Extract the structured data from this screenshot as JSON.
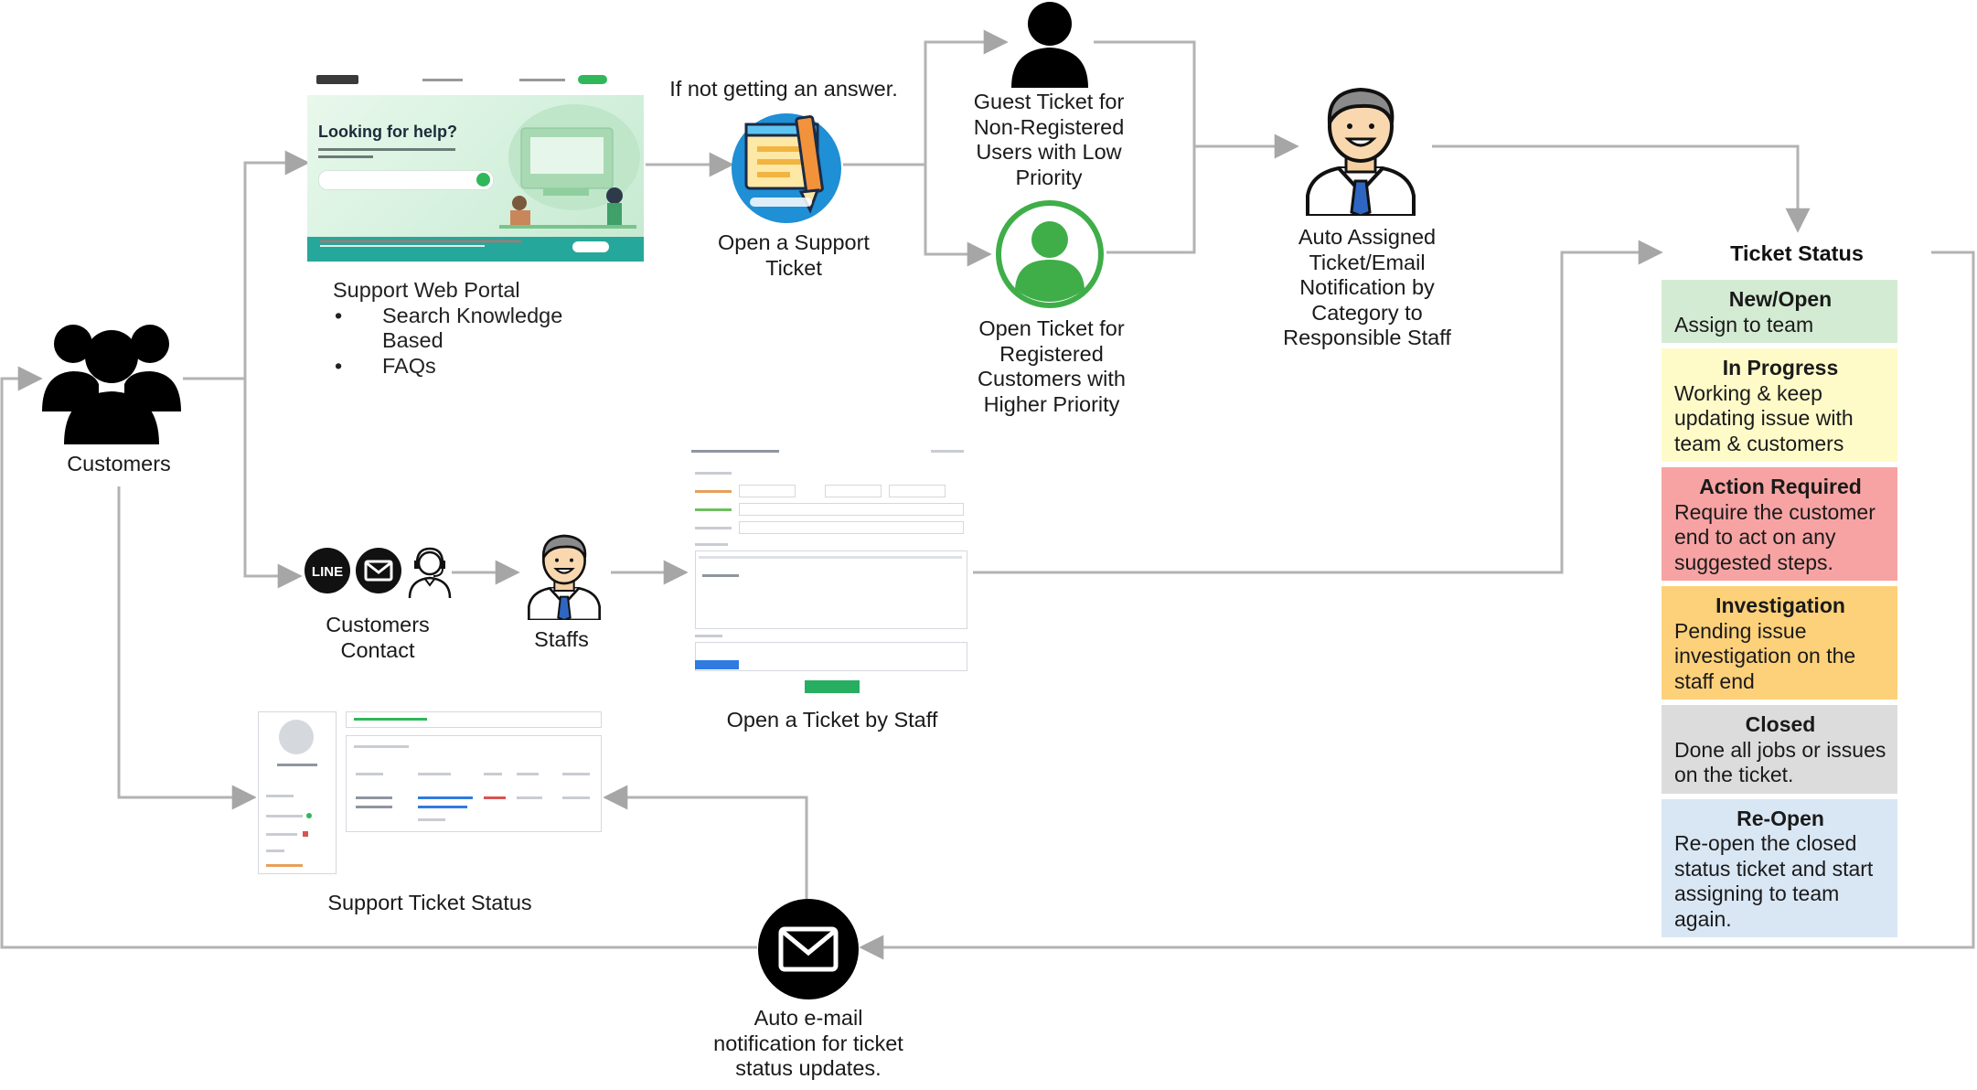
{
  "customers": {
    "label": "Customers"
  },
  "web_portal": {
    "caption": "Support Web Portal",
    "bullets": [
      "Search Knowledge Based",
      "FAQs"
    ],
    "screenshot": {
      "hero_title": "Looking for help?"
    }
  },
  "if_not_answer": "If not getting an answer.",
  "open_support_ticket": {
    "lines": [
      "Open a Support",
      "Ticket"
    ]
  },
  "guest_ticket": {
    "lines": [
      "Guest Ticket for",
      "Non-Registered",
      "Users with Low",
      "Priority"
    ]
  },
  "registered_ticket": {
    "lines": [
      "Open Ticket for",
      "Registered",
      "Customers with",
      "Higher Priority"
    ]
  },
  "auto_assigned": {
    "lines": [
      "Auto Assigned",
      "Ticket/Email",
      "Notification by",
      "Category to",
      "Responsible Staff"
    ]
  },
  "customers_contact": {
    "lines": [
      "Customers",
      "Contact"
    ],
    "line_badge": "LINE"
  },
  "staffs": {
    "label": "Staffs"
  },
  "open_ticket_by_staff": {
    "label": "Open a Ticket by Staff"
  },
  "support_ticket_status": {
    "label": "Support Ticket Status"
  },
  "auto_email": {
    "lines": [
      "Auto e-mail",
      "notification for ticket",
      "status updates."
    ]
  },
  "ticket_status": {
    "heading": "Ticket Status",
    "statuses": [
      {
        "title": "New/Open",
        "desc": "Assign to team",
        "color": "#d4ebd3"
      },
      {
        "title": "In Progress",
        "desc": "Working & keep updating issue with team & customers",
        "color": "#fefbc9"
      },
      {
        "title": "Action Required",
        "desc": "Require the customer end to act on any suggested steps.",
        "color": "#f7a3a3"
      },
      {
        "title": "Investigation",
        "desc": "Pending issue investigation on the staff end",
        "color": "#fdd17a"
      },
      {
        "title": "Closed",
        "desc": "Done all jobs or issues on the ticket.",
        "color": "#dcdcdc"
      },
      {
        "title": "Re-Open",
        "desc": "Re-open the closed status ticket and start assigning to team again.",
        "color": "#d9e6f4"
      }
    ]
  }
}
